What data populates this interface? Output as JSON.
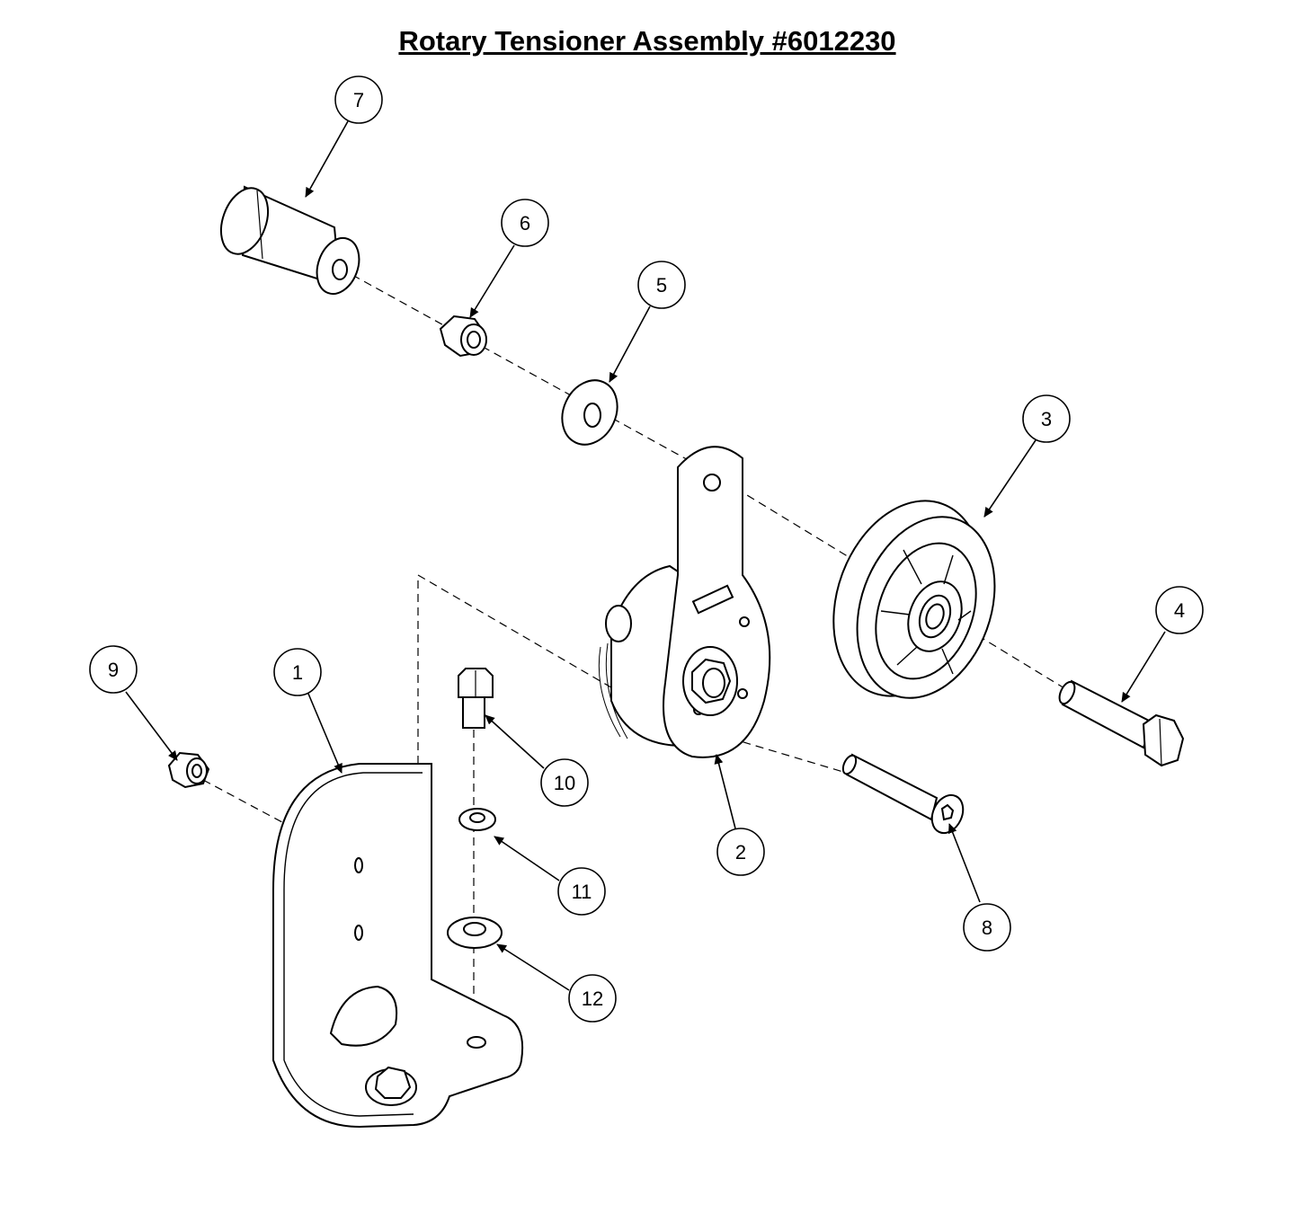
{
  "title": "Rotary Tensioner Assembly #6012230",
  "callouts": [
    {
      "label": "1"
    },
    {
      "label": "2"
    },
    {
      "label": "3"
    },
    {
      "label": "4"
    },
    {
      "label": "5"
    },
    {
      "label": "6"
    },
    {
      "label": "7"
    },
    {
      "label": "8"
    },
    {
      "label": "9"
    },
    {
      "label": "10"
    },
    {
      "label": "11"
    },
    {
      "label": "12"
    }
  ]
}
